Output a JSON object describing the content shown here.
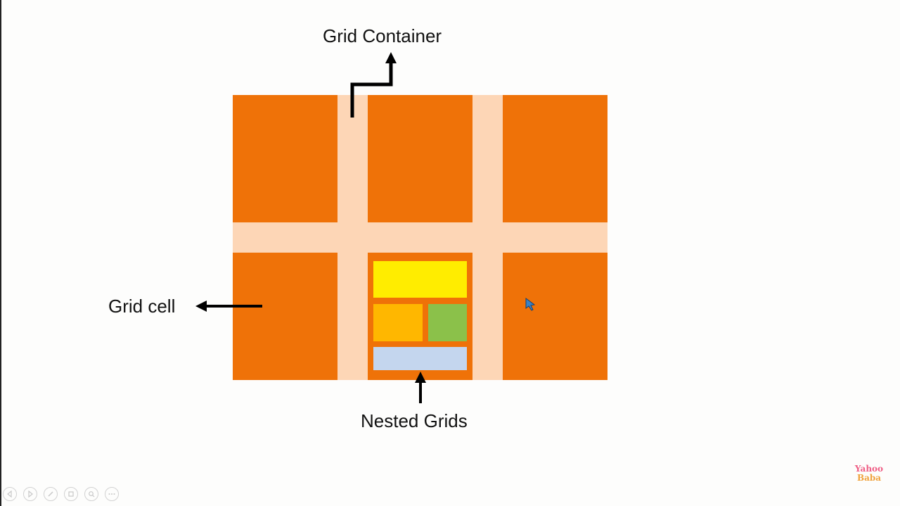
{
  "labels": {
    "grid_container": "Grid Container",
    "grid_cell": "Grid cell",
    "nested_grids": "Nested Grids"
  },
  "logo": {
    "line1": "Yahoo",
    "line2": "Baba"
  },
  "colors": {
    "cell": "#ef7208",
    "gap": "#fdd6b6",
    "nested_header": "#ffed00",
    "nested_left": "#ffb700",
    "nested_right": "#8bc14a",
    "nested_footer": "#c4d6ee"
  },
  "toolbar": {
    "icons": [
      "previous-icon",
      "next-icon",
      "pen-icon",
      "slides-icon",
      "zoom-icon",
      "more-icon"
    ]
  }
}
